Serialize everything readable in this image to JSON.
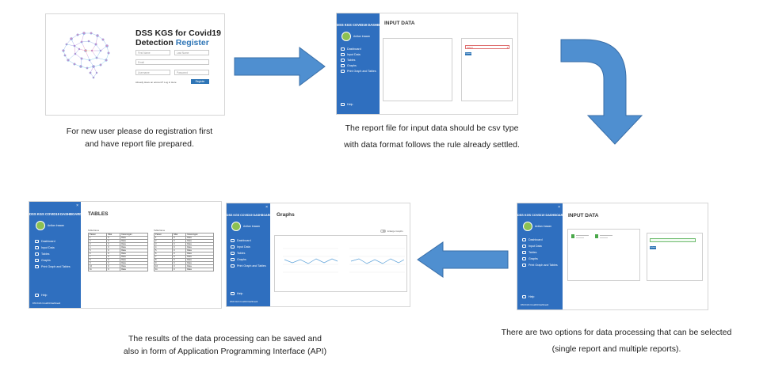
{
  "registration": {
    "title_line1": "DSS KGS for Covid19",
    "title_line2_a": "Detection",
    "title_line2_b": "Register",
    "placeholders": {
      "first_name": "First Name",
      "last_name": "Last Name",
      "email": "Email",
      "username": "Username",
      "password": "Password"
    },
    "login_prompt": "Already Have an account? Log in Here",
    "register_button": "Register"
  },
  "app": {
    "sidebar_title": "DSS KGS COVID19 DASHBOARD",
    "user_name": "Ardian Irawan",
    "nav": [
      "Dashboard",
      "Input Data",
      "Tables",
      "Graphs",
      "Print Graph and Tables"
    ],
    "help": "Help",
    "footer": "DSS KGS Covid19 Dashboard"
  },
  "input_data": {
    "title": "INPUT DATA",
    "dropdown_value": "Select",
    "submit_label": "Upload"
  },
  "tables": {
    "title": "TABLES",
    "table_caption": "TableName",
    "headers": [
      "Pasien",
      "Nilai",
      "Keterangan"
    ],
    "rows": [
      [
        "1",
        "0",
        "Data"
      ],
      [
        "2",
        "0",
        "Data"
      ],
      [
        "3",
        "0",
        "Data"
      ],
      [
        "4",
        "0",
        "Data"
      ],
      [
        "5",
        "0",
        "Data"
      ],
      [
        "6",
        "0",
        "Data"
      ],
      [
        "7",
        "0",
        "Data"
      ],
      [
        "8",
        "0",
        "Data"
      ],
      [
        "9",
        "0",
        "Data"
      ],
      [
        "10",
        "0",
        "Data"
      ],
      [
        "11",
        "0",
        "Data"
      ]
    ]
  },
  "graphs": {
    "title": "Graphs",
    "toggle_label": "Enlarge Graphs"
  },
  "captions": {
    "step1_line1": "For new user please do registration first",
    "step1_line2": "and have report file prepared.",
    "step2_line1": "The report file for input data should be csv type",
    "step2_line2": "with data format follows the rule already settled.",
    "step3_line1": "There are two options for data processing that can be selected",
    "step3_line2": "(single report and multiple reports).",
    "step4_line1": "The results of the data processing can be saved and",
    "step4_line2": "also in form of Application Programming Interface (API)"
  },
  "colors": {
    "arrow": "#4f8fd0",
    "arrow_border": "#3a6fa8",
    "sidebar": "#2f6fbf",
    "register_blue": "#2e75b6"
  }
}
